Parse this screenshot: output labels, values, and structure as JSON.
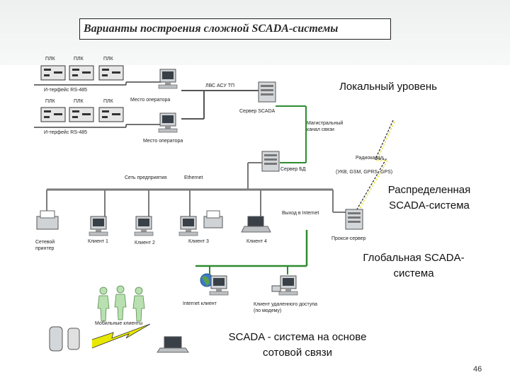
{
  "title": "Варианты построения сложной SCADA-системы",
  "labels": {
    "plc1": "ПЛК",
    "plc2": "ПЛК",
    "plc3": "ПЛК",
    "plc4": "ПЛК",
    "plc5": "ПЛК",
    "plc6": "ПЛК",
    "iface1": "И-терфейс RS-485",
    "iface2": "И-терфейс RS-485",
    "operator1": "Место оператора",
    "operator2": "Место оператора",
    "lan_top": "ЛВС АСУ ТП",
    "scada_server": "Сервер SCADA",
    "trunk": "Магистральный канал связи",
    "db_server": "Сервер БД",
    "radio": "Радиоканал",
    "radio_types": "(УКВ, GSM, GPRS, GPS)",
    "enterprise_net": "Сеть предприятия",
    "ethernet": "Ethernet",
    "internet_out": "Выход в Internet",
    "proxy": "Прокси-сервер",
    "printer": "Сетевой принтер",
    "client1": "Клиент 1",
    "client2": "Клиент 2",
    "client3": "Клиент 3",
    "client4": "Клиент 4",
    "internet_client": "Internet клиент",
    "remote_client": "Клиент удаленного доступа (по модему)",
    "mobile_clients": "Мобильные клиенты"
  },
  "levels": {
    "local": "Локальный уровень",
    "distributed": "Распределенная SCADA-система",
    "global": "Глобальная SCADA-система",
    "cellular": "SCADA - система на основе сотовой связи"
  },
  "page_number": "46",
  "colors": {
    "header": "#eef0f0",
    "bus": "#7a7a7a",
    "green_line": "#2e8b2e",
    "bolt": "#e0e000",
    "people": "#b8e0b0"
  }
}
